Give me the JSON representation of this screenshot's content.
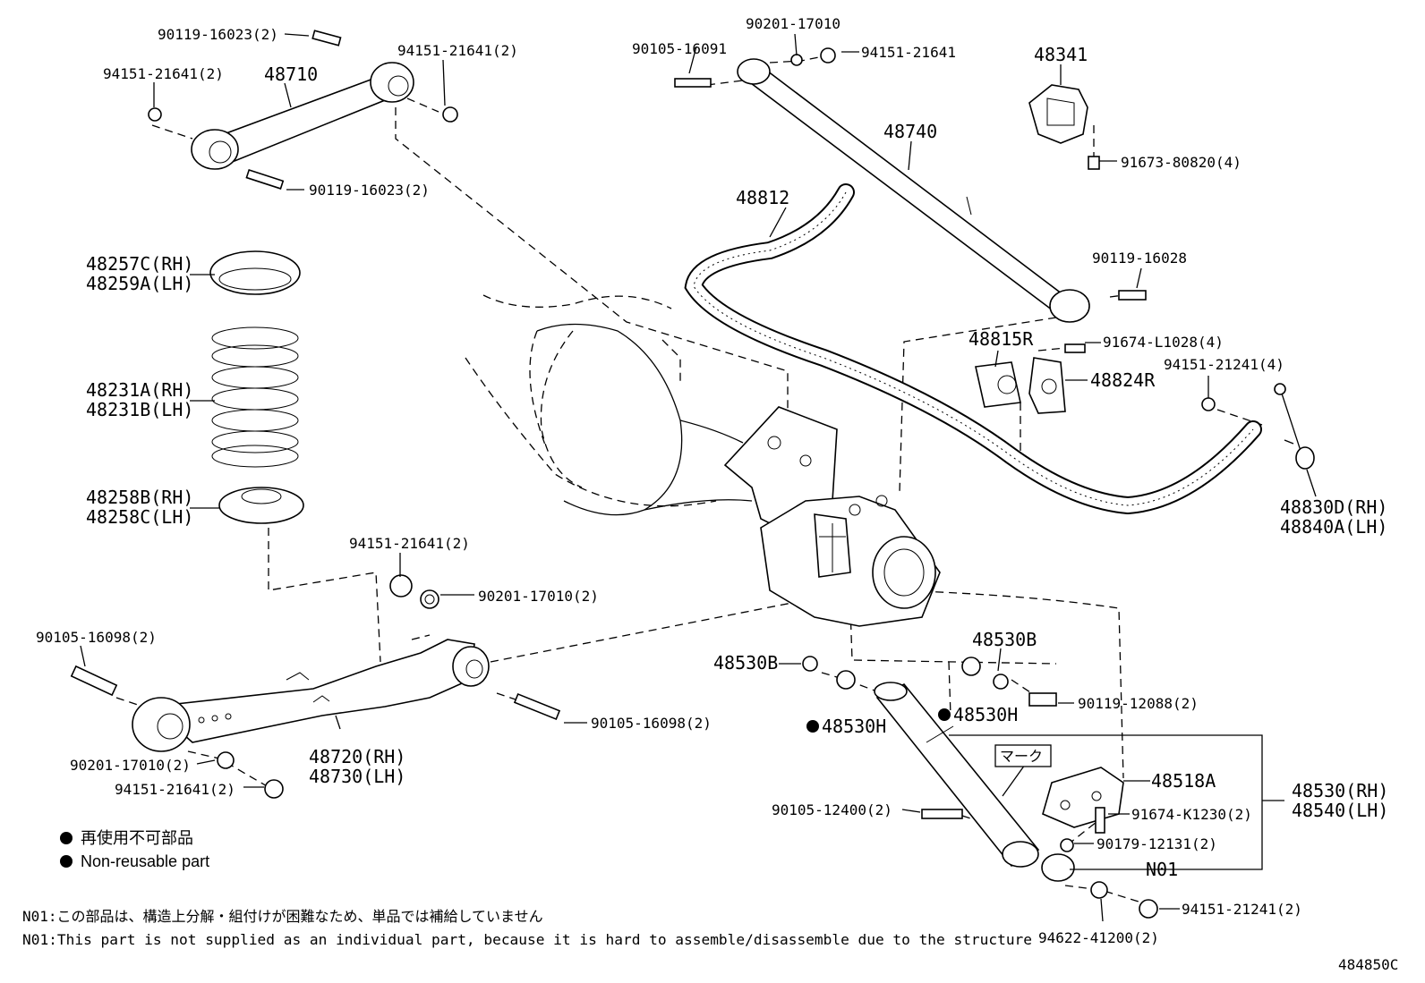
{
  "labels": {
    "l01": "90119-16023(2)",
    "l02": "94151-21641(2)",
    "l03": "94151-21641(2)",
    "l04": "48710",
    "l05": "90119-16023(2)",
    "l06": "90201-17010",
    "l07": "90105-16091",
    "l08": "94151-21641",
    "l09": "48341",
    "l10": "91673-80820(4)",
    "l11": "48740",
    "l12": "48812",
    "l13": "90119-16028",
    "l14": "48815R",
    "l15": "91674-L1028(4)",
    "l16": "94151-21241(4)",
    "l17": "48824R",
    "l18": "48257C(RH)",
    "l19": "48259A(LH)",
    "l20": "48231A(RH)",
    "l21": "48231B(LH)",
    "l22": "48258B(RH)",
    "l23": "48258C(LH)",
    "l24": "48830D(RH)",
    "l25": "48840A(LH)",
    "l26": "94151-21641(2)",
    "l27": "90201-17010(2)",
    "l28": "90105-16098(2)",
    "l29": "90105-16098(2)",
    "l30": "90201-17010(2)",
    "l31": "94151-21641(2)",
    "l32": "48720(RH)",
    "l33": "48730(LH)",
    "l34": "48530B",
    "l35": "48530B",
    "l36": "48530H",
    "l37": "48530H",
    "l38": "90119-12088(2)",
    "l39": "マーク",
    "l40": "48518A",
    "l41": "48530(RH)",
    "l42": "48540(LH)",
    "l43": "90105-12400(2)",
    "l44": "91674-K1230(2)",
    "l45": "90179-12131(2)",
    "l46": "N01",
    "l47": "94151-21241(2)",
    "l48": "94622-41200(2)"
  },
  "legend": {
    "jp": "再使用不可部品",
    "en": "Non-reusable part"
  },
  "notes": {
    "jp": "N01:この部品は、構造上分解・組付けが困難なため、単品では補給していません",
    "en": "N01:This part is not supplied as an individual part, because it is hard to assemble/disassemble due to the structure"
  },
  "diagram_code": "484850C"
}
